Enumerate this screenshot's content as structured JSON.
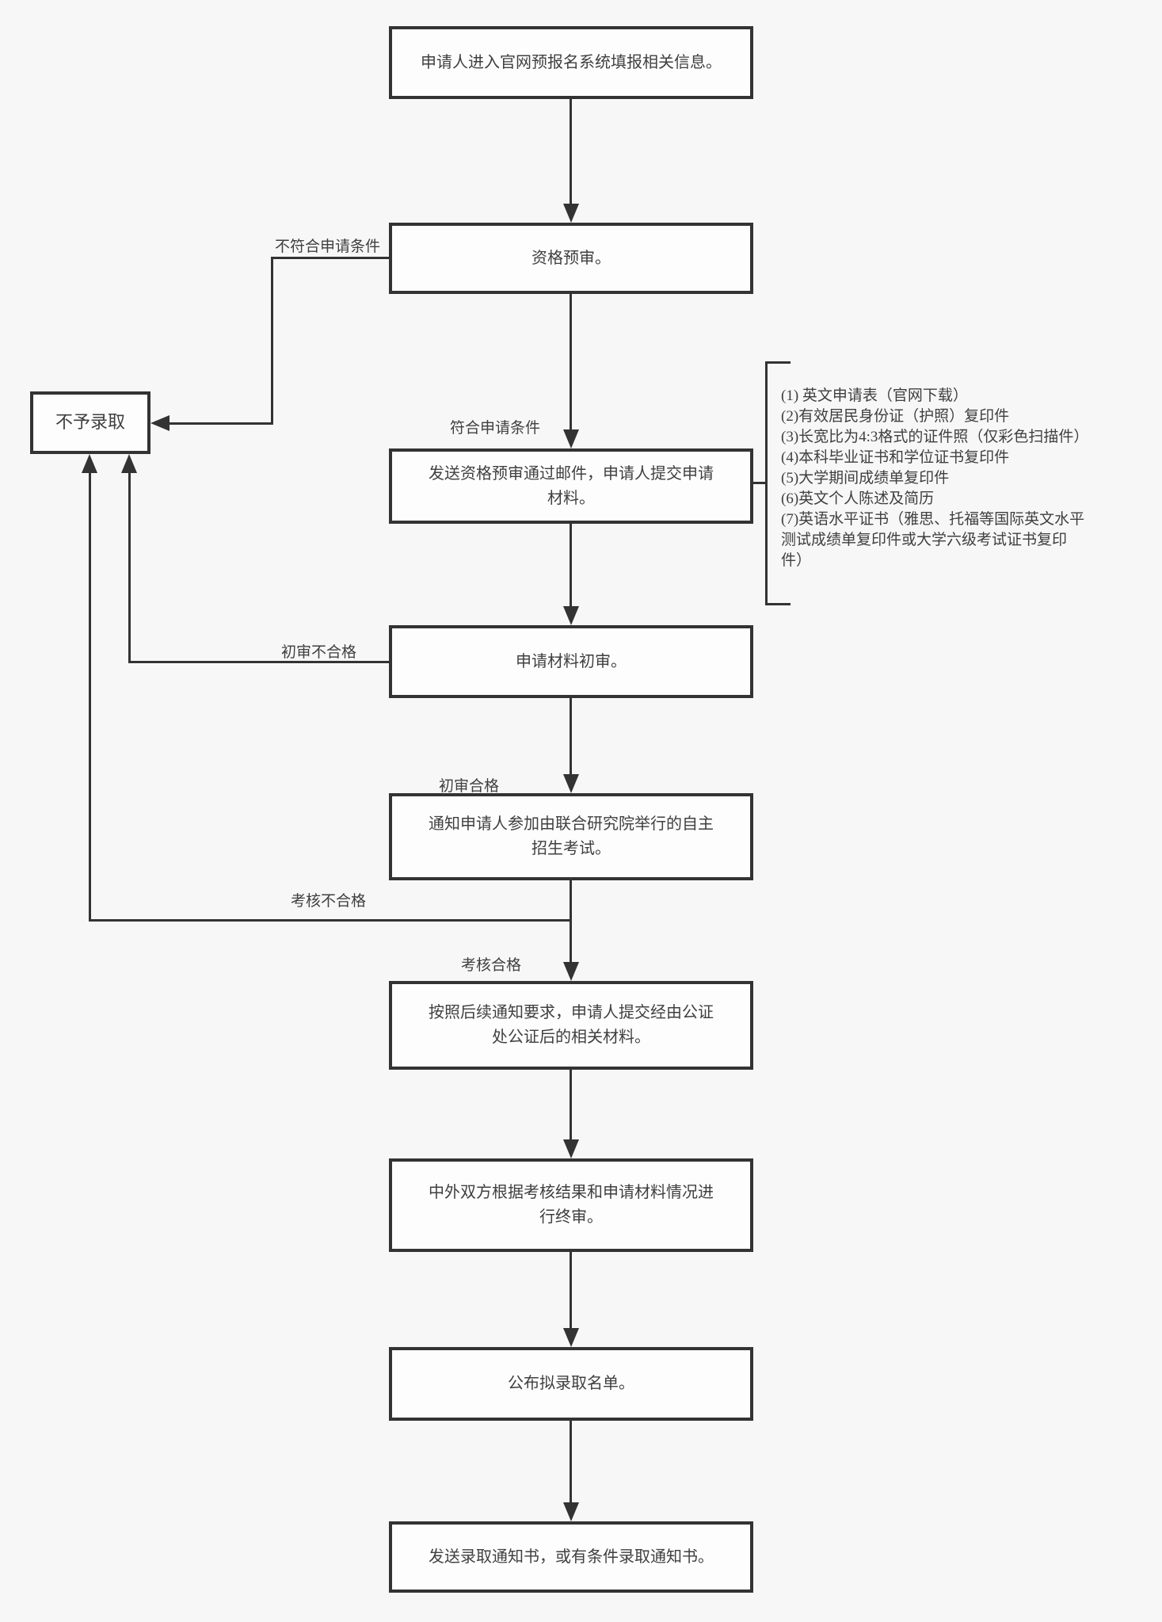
{
  "diagram": {
    "nodes": {
      "start": "申请人进入官网预报名系统填报相关信息。",
      "prescreen": "资格预审。",
      "submit_materials": "发送资格预审通过邮件，申请人提交申请\n材料。",
      "initial_review": "申请材料初审。",
      "exam_notice": "通知申请人参加由联合研究院举行的自主\n招生考试。",
      "notarized_materials": "按照后续通知要求，申请人提交经由公证\n处公证后的相关材料。",
      "final_review": "中外双方根据考核结果和申请材料情况进\n行终审。",
      "admission_list": "公布拟录取名单。",
      "admission_letter": "发送录取通知书，或有条件录取通知书。",
      "reject": "不予录取"
    },
    "edge_labels": {
      "not_eligible": "不符合申请条件",
      "eligible": "符合申请条件",
      "initial_fail": "初审不合格",
      "initial_pass": "初审合格",
      "exam_fail": "考核不合格",
      "exam_pass": "考核合格"
    },
    "materials": [
      "(1) 英文申请表（官网下载）",
      "(2)有效居民身份证（护照）复印件",
      "(3)长宽比为4:3格式的证件照（仅彩色扫描件）",
      "(4)本科毕业证书和学位证书复印件",
      "(5)大学期间成绩单复印件",
      "(6)英文个人陈述及简历",
      "(7)英语水平证书（雅思、托福等国际英文水平\n测试成绩单复印件或大学六级考试证书复印\n件）"
    ],
    "colors": {
      "line": "#333333",
      "box_fill": "#fdfdfd",
      "background": "#f7f7f7",
      "text": "#3f3f3f"
    }
  }
}
